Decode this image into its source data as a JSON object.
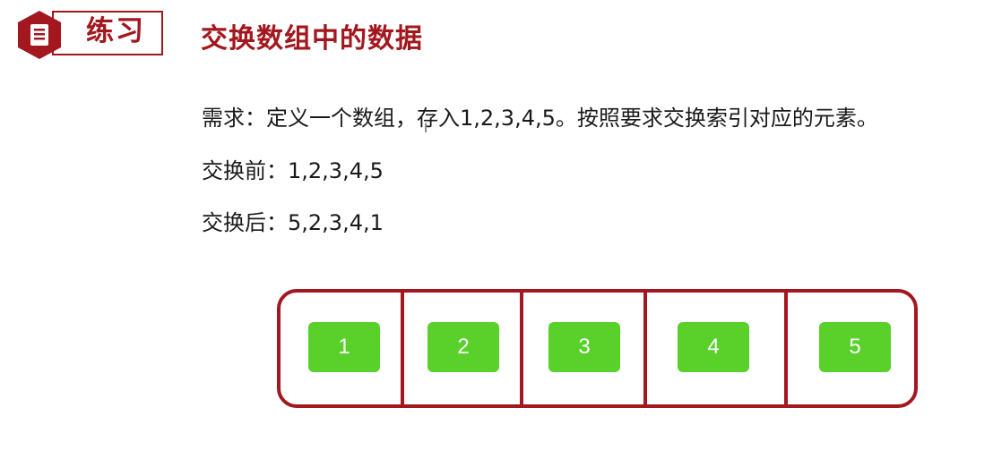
{
  "header": {
    "badge_label": "练习",
    "title": "交换数组中的数据"
  },
  "content": {
    "requirement": "需求：定义一个数组，存入1,2,3,4,5。按照要求交换索引对应的元素。",
    "before": "交换前：1,2,3,4,5",
    "after": "交换后：5,2,3,4,1"
  },
  "array": {
    "items": [
      "1",
      "2",
      "3",
      "4",
      "5"
    ]
  },
  "colors": {
    "accent": "#a3171e",
    "cell_green": "#5ad12a"
  },
  "icons": {
    "badge_icon": "document-icon",
    "cursor": "text-cursor-icon"
  }
}
